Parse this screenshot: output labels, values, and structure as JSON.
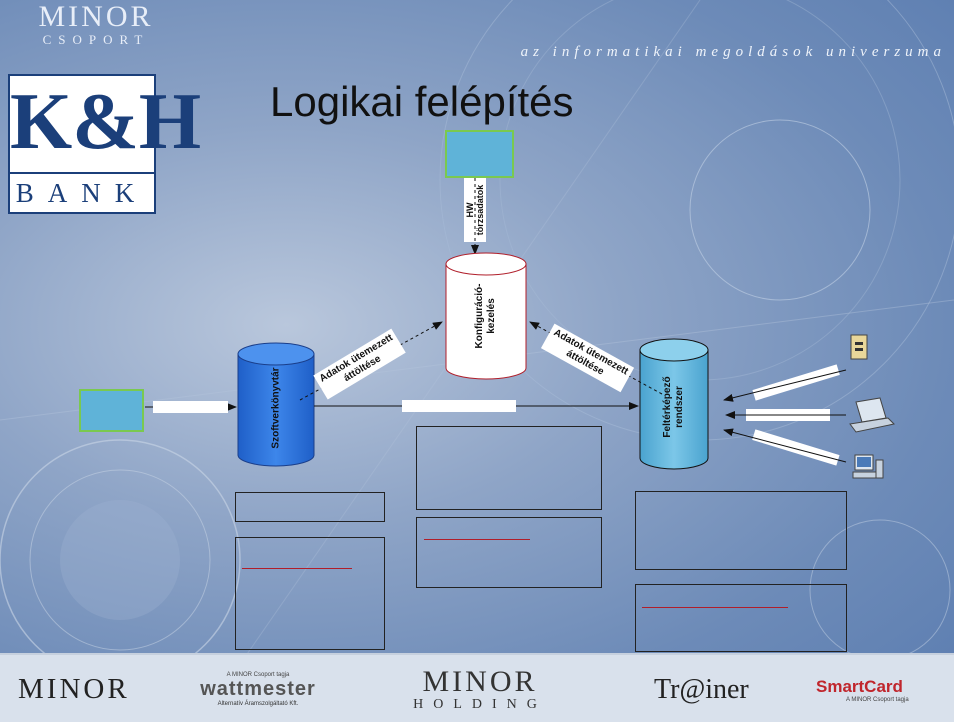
{
  "header": {
    "group_name": "MINOR",
    "group_sub": "CSOPORT",
    "tagline": "az informatikai megoldások univerzuma",
    "bank_letters": "K&H",
    "bank_word": "BANK"
  },
  "title": "Logikai felépítés",
  "diagram": {
    "config_db": "Konfiguráció-\nkezelés",
    "software_db": "Szoftverkönyvtár",
    "discovery_db": "Feltérképező\nrendszer",
    "hw_label": "HW\ntörzsadatok",
    "left_arrow_label": "Adatok ütemezett\náttöltése",
    "right_arrow_label": "Adatok ütemezett\náttöltése"
  },
  "footer": {
    "minor": "MINOR",
    "wattmester": "wattmester",
    "wattmester_sub": "Alternatív Áramszolgáltató Kft.",
    "wattmester_top": "A MINOR Csoport tagja",
    "minor_holding_top": "MINOR",
    "minor_holding_bottom": "HOLDING",
    "trainer": "Tr@iner",
    "smartcard": "SmartCard",
    "smartcard_sub": "A MINOR Csoport tagja"
  },
  "colors": {
    "background": "#7a96c0",
    "cylinder_blue": "#2a6fd6",
    "cylinder_light": "#5fb3d8",
    "accent_red": "#b01e2a",
    "teal_box": "#5fb3d8",
    "green_border": "#7ac94f"
  }
}
